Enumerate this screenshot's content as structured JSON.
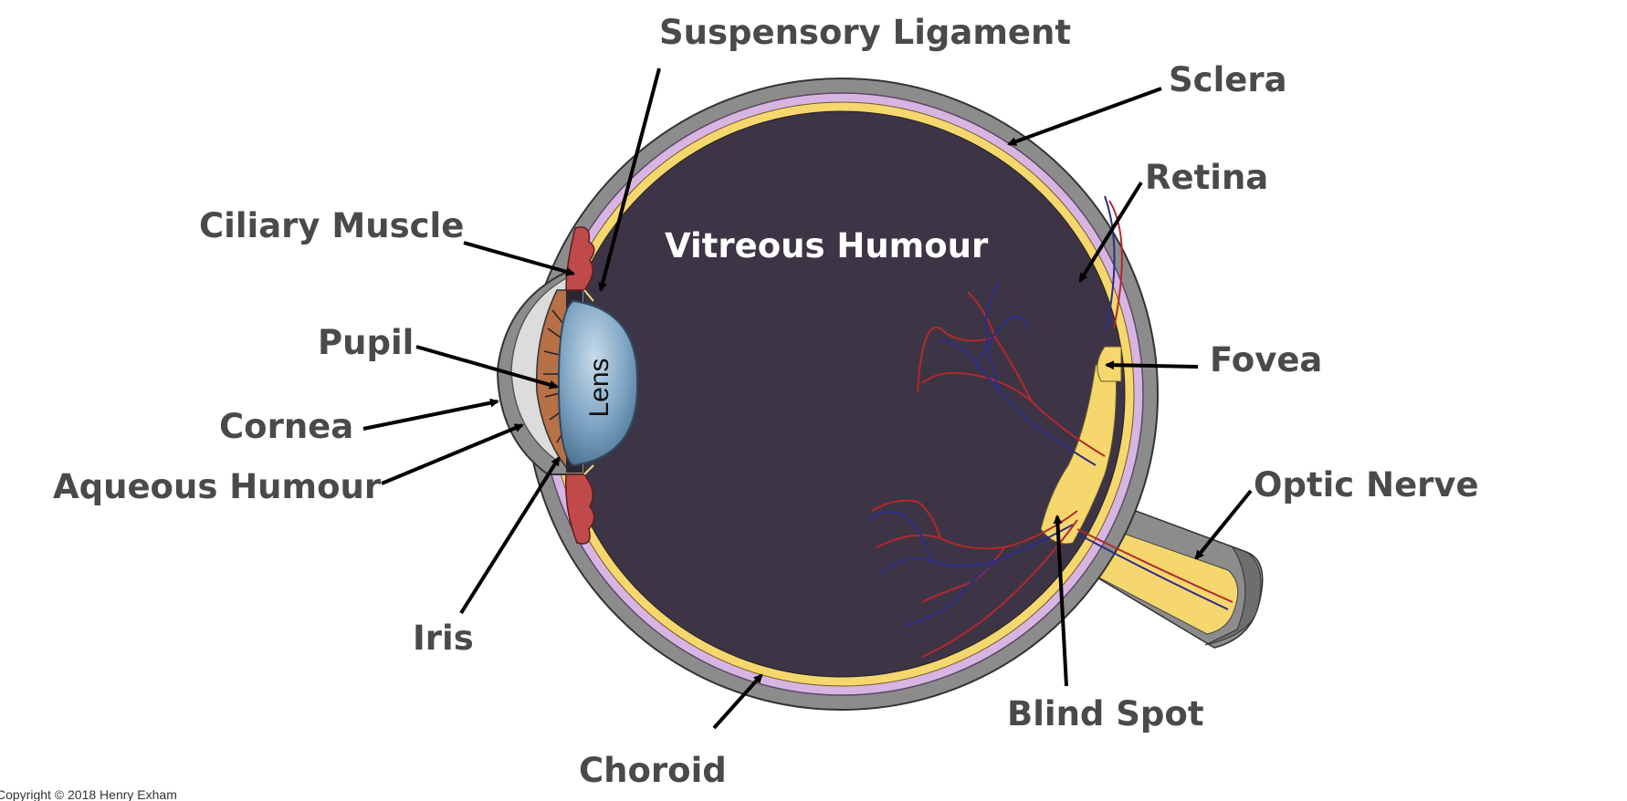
{
  "labels": {
    "suspensory_ligament": "Suspensory Ligament",
    "sclera": "Sclera",
    "retina": "Retina",
    "ciliary_muscle": "Ciliary Muscle",
    "vitreous_humour": "Vitreous Humour",
    "pupil": "Pupil",
    "fovea": "Fovea",
    "cornea": "Cornea",
    "aqueous_humour": "Aqueous Humour",
    "optic_nerve": "Optic Nerve",
    "iris": "Iris",
    "blind_spot": "Blind Spot",
    "choroid": "Choroid",
    "lens": "Lens"
  },
  "copyright": "Copyright © 2018 Henry Exham",
  "colors": {
    "sclera": "#8c8c8c",
    "choroid": "#d8b4e2",
    "retina": "#f5d76e",
    "vitreous": "#3d3545",
    "lens": "#6f97b8",
    "iris": "#b87046",
    "ciliary": "#c0494a",
    "cornea": "#dcdcdc",
    "optic_nerve": "#f5d76e"
  }
}
